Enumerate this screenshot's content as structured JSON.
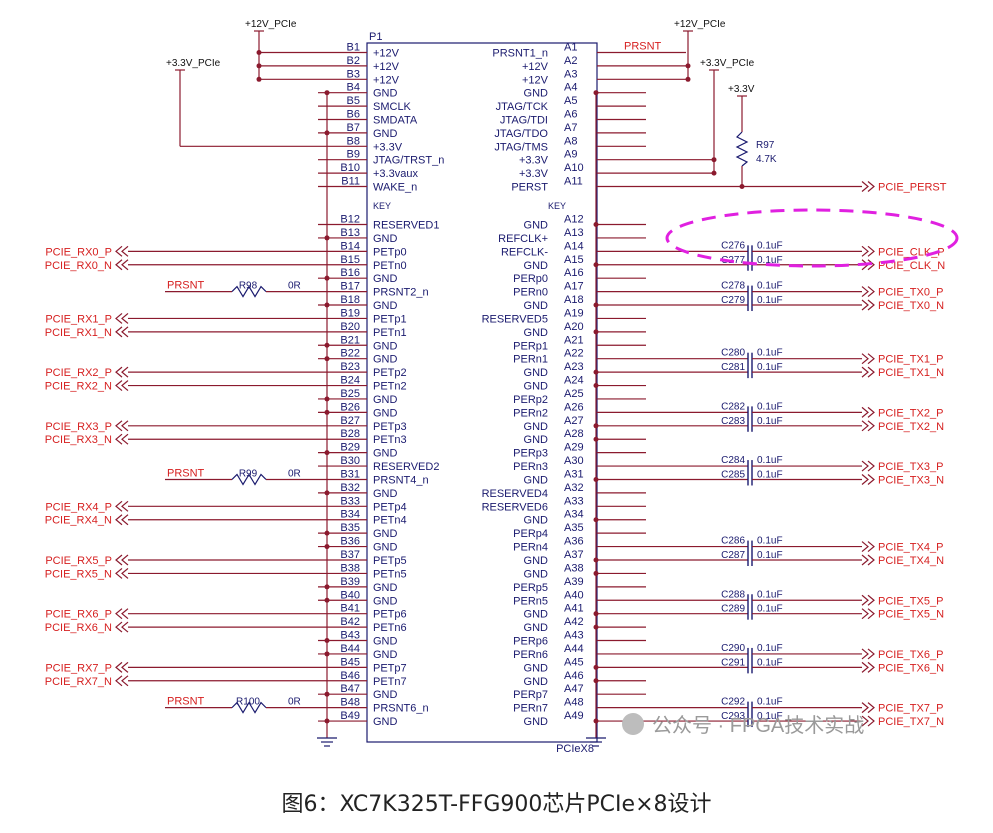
{
  "component": {
    "ref": "P1",
    "part": "PCIeX8",
    "key_left": "KEY",
    "key_right": "KEY"
  },
  "left_pins": [
    [
      "B1",
      "+12V"
    ],
    [
      "B2",
      "+12V"
    ],
    [
      "B3",
      "+12V"
    ],
    [
      "B4",
      "GND"
    ],
    [
      "B5",
      "SMCLK"
    ],
    [
      "B6",
      "SMDATA"
    ],
    [
      "B7",
      "GND"
    ],
    [
      "B8",
      "+3.3V"
    ],
    [
      "B9",
      "JTAG/TRST_n"
    ],
    [
      "B10",
      "+3.3vaux"
    ],
    [
      "B11",
      "WAKE_n"
    ],
    [
      "B12",
      "RESERVED1"
    ],
    [
      "B13",
      "GND"
    ],
    [
      "B14",
      "PETp0"
    ],
    [
      "B15",
      "PETn0"
    ],
    [
      "B16",
      "GND"
    ],
    [
      "B17",
      "PRSNT2_n"
    ],
    [
      "B18",
      "GND"
    ],
    [
      "B19",
      "PETp1"
    ],
    [
      "B20",
      "PETn1"
    ],
    [
      "B21",
      "GND"
    ],
    [
      "B22",
      "GND"
    ],
    [
      "B23",
      "PETp2"
    ],
    [
      "B24",
      "PETn2"
    ],
    [
      "B25",
      "GND"
    ],
    [
      "B26",
      "GND"
    ],
    [
      "B27",
      "PETp3"
    ],
    [
      "B28",
      "PETn3"
    ],
    [
      "B29",
      "GND"
    ],
    [
      "B30",
      "RESERVED2"
    ],
    [
      "B31",
      "PRSNT4_n"
    ],
    [
      "B32",
      "GND"
    ],
    [
      "B33",
      "PETp4"
    ],
    [
      "B34",
      "PETn4"
    ],
    [
      "B35",
      "GND"
    ],
    [
      "B36",
      "GND"
    ],
    [
      "B37",
      "PETp5"
    ],
    [
      "B38",
      "PETn5"
    ],
    [
      "B39",
      "GND"
    ],
    [
      "B40",
      "GND"
    ],
    [
      "B41",
      "PETp6"
    ],
    [
      "B42",
      "PETn6"
    ],
    [
      "B43",
      "GND"
    ],
    [
      "B44",
      "GND"
    ],
    [
      "B45",
      "PETp7"
    ],
    [
      "B46",
      "PETn7"
    ],
    [
      "B47",
      "GND"
    ],
    [
      "B48",
      "PRSNT6_n"
    ],
    [
      "B49",
      "GND"
    ]
  ],
  "right_pins": [
    [
      "A1",
      "PRSNT1_n"
    ],
    [
      "A2",
      "+12V"
    ],
    [
      "A3",
      "+12V"
    ],
    [
      "A4",
      "GND"
    ],
    [
      "A5",
      "JTAG/TCK"
    ],
    [
      "A6",
      "JTAG/TDI"
    ],
    [
      "A7",
      "JTAG/TDO"
    ],
    [
      "A8",
      "JTAG/TMS"
    ],
    [
      "A9",
      "+3.3V"
    ],
    [
      "A10",
      "+3.3V"
    ],
    [
      "A11",
      "PERST"
    ],
    [
      "A12",
      "GND"
    ],
    [
      "A13",
      "REFCLK+"
    ],
    [
      "A14",
      "REFCLK-"
    ],
    [
      "A15",
      "GND"
    ],
    [
      "A16",
      "PERp0"
    ],
    [
      "A17",
      "PERn0"
    ],
    [
      "A18",
      "GND"
    ],
    [
      "A19",
      "RESERVED5"
    ],
    [
      "A20",
      "GND"
    ],
    [
      "A21",
      "PERp1"
    ],
    [
      "A22",
      "PERn1"
    ],
    [
      "A23",
      "GND"
    ],
    [
      "A24",
      "GND"
    ],
    [
      "A25",
      "PERp2"
    ],
    [
      "A26",
      "PERn2"
    ],
    [
      "A27",
      "GND"
    ],
    [
      "A28",
      "GND"
    ],
    [
      "A29",
      "PERp3"
    ],
    [
      "A30",
      "PERn3"
    ],
    [
      "A31",
      "GND"
    ],
    [
      "A32",
      "RESERVED4"
    ],
    [
      "A33",
      "RESERVED6"
    ],
    [
      "A34",
      "GND"
    ],
    [
      "A35",
      "PERp4"
    ],
    [
      "A36",
      "PERn4"
    ],
    [
      "A37",
      "GND"
    ],
    [
      "A38",
      "GND"
    ],
    [
      "A39",
      "PERp5"
    ],
    [
      "A40",
      "PERn5"
    ],
    [
      "A41",
      "GND"
    ],
    [
      "A42",
      "GND"
    ],
    [
      "A43",
      "PERp6"
    ],
    [
      "A44",
      "PERn6"
    ],
    [
      "A45",
      "GND"
    ],
    [
      "A46",
      "GND"
    ],
    [
      "A47",
      "PERp7"
    ],
    [
      "A48",
      "PERn7"
    ],
    [
      "A49",
      "GND"
    ]
  ],
  "power_labels": {
    "p12_left": "+12V_PCIe",
    "p12_right": "+12V_PCIe",
    "p33_left": "+3.3V_PCIe",
    "p33_right": "+3.3V_PCIe",
    "p33": "+3.3V"
  },
  "resistor_r97": {
    "ref": "R97",
    "value": "4.7K"
  },
  "prsnt_net": "PRSNT",
  "resistors_left": [
    {
      "ref": "R98",
      "value": "0R",
      "net": "PRSNT"
    },
    {
      "ref": "R99",
      "value": "0R",
      "net": "PRSNT"
    },
    {
      "ref": "R100",
      "value": "0R",
      "net": "PRSNT"
    }
  ],
  "rx_labels": [
    "PCIE_RX0_P",
    "PCIE_RX0_N",
    "PCIE_RX1_P",
    "PCIE_RX1_N",
    "PCIE_RX2_P",
    "PCIE_RX2_N",
    "PCIE_RX3_P",
    "PCIE_RX3_N",
    "PCIE_RX4_P",
    "PCIE_RX4_N",
    "PCIE_RX5_P",
    "PCIE_RX5_N",
    "PCIE_RX6_P",
    "PCIE_RX6_N",
    "PCIE_RX7_P",
    "PCIE_RX7_N"
  ],
  "right_nets": {
    "perst": "PCIE_PERST",
    "clk_p": "PCIE_CLK_P",
    "clk_n": "PCIE_CLK_N"
  },
  "clk_caps": [
    {
      "ref": "C276",
      "value": "0.1uF"
    },
    {
      "ref": "C277",
      "value": "0.1uF"
    }
  ],
  "tx_lanes": [
    {
      "caps": [
        "C278",
        "C279"
      ],
      "value": "0.1uF",
      "labels": [
        "PCIE_TX0_P",
        "PCIE_TX0_N"
      ]
    },
    {
      "caps": [
        "C280",
        "C281"
      ],
      "value": "0.1uF",
      "labels": [
        "PCIE_TX1_P",
        "PCIE_TX1_N"
      ]
    },
    {
      "caps": [
        "C282",
        "C283"
      ],
      "value": "0.1uF",
      "labels": [
        "PCIE_TX2_P",
        "PCIE_TX2_N"
      ]
    },
    {
      "caps": [
        "C284",
        "C285"
      ],
      "value": "0.1uF",
      "labels": [
        "PCIE_TX3_P",
        "PCIE_TX3_N"
      ]
    },
    {
      "caps": [
        "C286",
        "C287"
      ],
      "value": "0.1uF",
      "labels": [
        "PCIE_TX4_P",
        "PCIE_TX4_N"
      ]
    },
    {
      "caps": [
        "C288",
        "C289"
      ],
      "value": "0.1uF",
      "labels": [
        "PCIE_TX5_P",
        "PCIE_TX5_N"
      ]
    },
    {
      "caps": [
        "C290",
        "C291"
      ],
      "value": "0.1uF",
      "labels": [
        "PCIE_TX6_P",
        "PCIE_TX6_N"
      ]
    },
    {
      "caps": [
        "C292",
        "C293"
      ],
      "value": "0.1uF",
      "labels": [
        "PCIE_TX7_P",
        "PCIE_TX7_N"
      ]
    }
  ],
  "watermark": "公众号 · FPGA技术实战",
  "caption": "图6：XC7K325T-FFG900芯片PCIe×8设计",
  "colors": {
    "wire": "#8b1a2e",
    "label": "#d62020",
    "text": "#1a1a6e",
    "highlight": "#e020e0"
  }
}
